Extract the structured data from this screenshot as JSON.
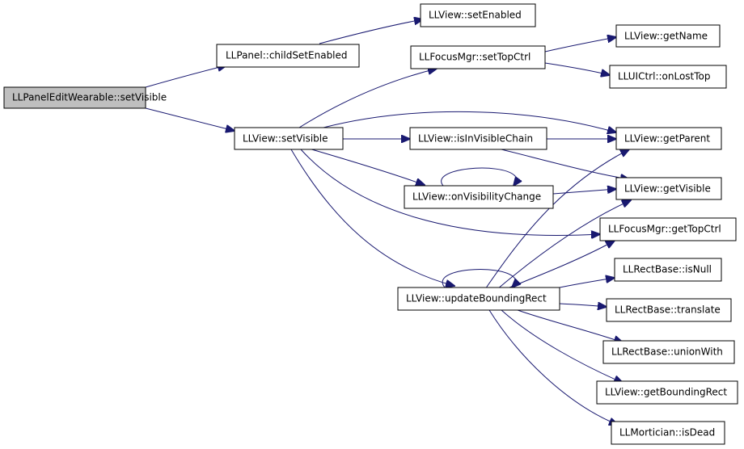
{
  "graph": {
    "edge_color": "#191970",
    "root_fill": "#bfbfbf",
    "nodes": {
      "n_root": "LLPanelEditWearable::setVisible",
      "n_childSetEnabled": "LLPanel::childSetEnabled",
      "n_setEnabled": "LLView::setEnabled",
      "n_setVisible": "LLView::setVisible",
      "n_setTopCtrl": "LLFocusMgr::setTopCtrl",
      "n_getName": "LLView::getName",
      "n_onLostTop": "LLUICtrl::onLostTop",
      "n_isInVisibleChain": "LLView::isInVisibleChain",
      "n_getParent": "LLView::getParent",
      "n_onVisibilityChange": "LLView::onVisibilityChange",
      "n_getVisible": "LLView::getVisible",
      "n_getTopCtrl": "LLFocusMgr::getTopCtrl",
      "n_updateBoundingRect": "LLView::updateBoundingRect",
      "n_isNull": "LLRectBase::isNull",
      "n_translate": "LLRectBase::translate",
      "n_unionWith": "LLRectBase::unionWith",
      "n_getBoundingRect": "LLView::getBoundingRect",
      "n_isDead": "LLMortician::isDead"
    },
    "edges": [
      [
        "n_root",
        "n_childSetEnabled"
      ],
      [
        "n_root",
        "n_setVisible"
      ],
      [
        "n_childSetEnabled",
        "n_setEnabled"
      ],
      [
        "n_setVisible",
        "n_setTopCtrl"
      ],
      [
        "n_setVisible",
        "n_getParent"
      ],
      [
        "n_setVisible",
        "n_isInVisibleChain"
      ],
      [
        "n_setVisible",
        "n_onVisibilityChange"
      ],
      [
        "n_setVisible",
        "n_getTopCtrl"
      ],
      [
        "n_setVisible",
        "n_updateBoundingRect"
      ],
      [
        "n_setTopCtrl",
        "n_getName"
      ],
      [
        "n_setTopCtrl",
        "n_onLostTop"
      ],
      [
        "n_isInVisibleChain",
        "n_getParent"
      ],
      [
        "n_isInVisibleChain",
        "n_getVisible"
      ],
      [
        "n_onVisibilityChange",
        "n_onVisibilityChange"
      ],
      [
        "n_onVisibilityChange",
        "n_getVisible"
      ],
      [
        "n_updateBoundingRect",
        "n_updateBoundingRect"
      ],
      [
        "n_updateBoundingRect",
        "n_getParent"
      ],
      [
        "n_updateBoundingRect",
        "n_getVisible"
      ],
      [
        "n_updateBoundingRect",
        "n_getTopCtrl"
      ],
      [
        "n_updateBoundingRect",
        "n_isNull"
      ],
      [
        "n_updateBoundingRect",
        "n_translate"
      ],
      [
        "n_updateBoundingRect",
        "n_unionWith"
      ],
      [
        "n_updateBoundingRect",
        "n_getBoundingRect"
      ],
      [
        "n_updateBoundingRect",
        "n_isDead"
      ]
    ]
  }
}
